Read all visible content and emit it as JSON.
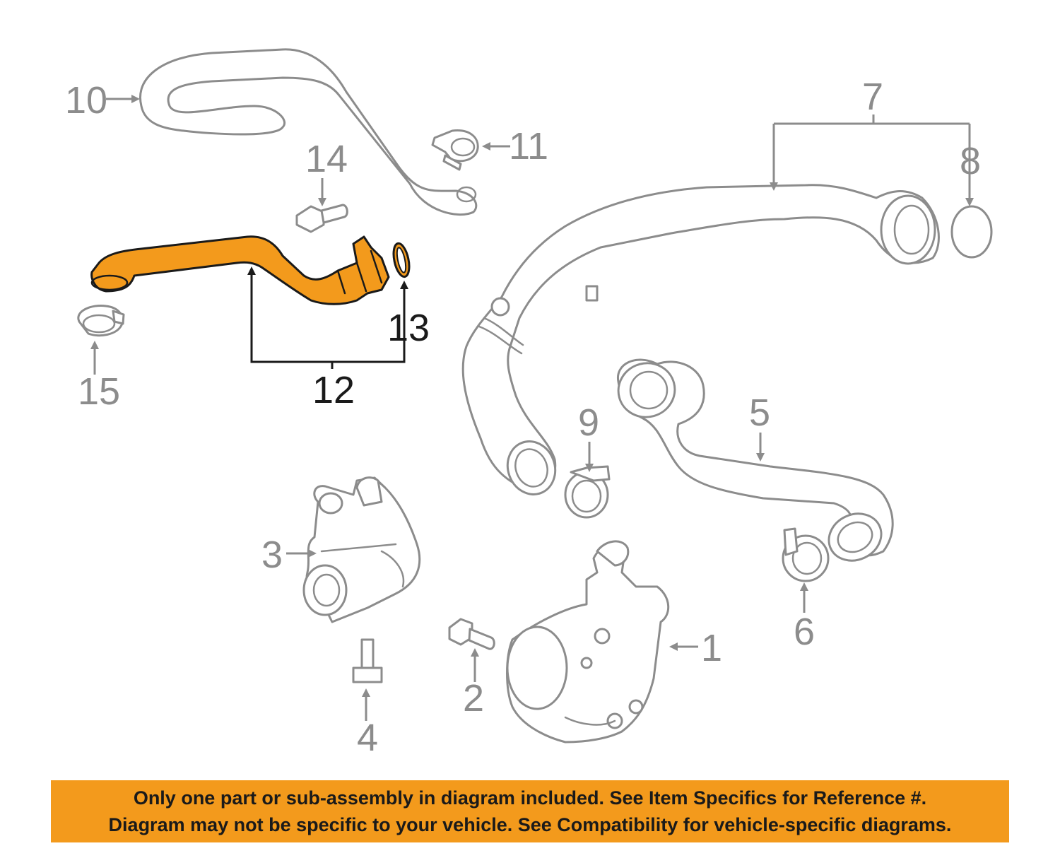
{
  "diagram": {
    "highlight_color": "#f39a1c",
    "line_color": "#8c8c8c",
    "callouts": {
      "c1": "1",
      "c2": "2",
      "c3": "3",
      "c4": "4",
      "c5": "5",
      "c6": "6",
      "c7": "7",
      "c8": "8",
      "c9": "9",
      "c10": "10",
      "c11": "11",
      "c12": "12",
      "c13": "13",
      "c14": "14",
      "c15": "15"
    },
    "highlighted_callouts": [
      "12",
      "13"
    ]
  },
  "notice": {
    "line1": "Only one part or sub-assembly in diagram included. See Item Specifics for Reference #.",
    "line2": "Diagram may not be specific to your vehicle. See Compatibility for vehicle-specific diagrams."
  }
}
